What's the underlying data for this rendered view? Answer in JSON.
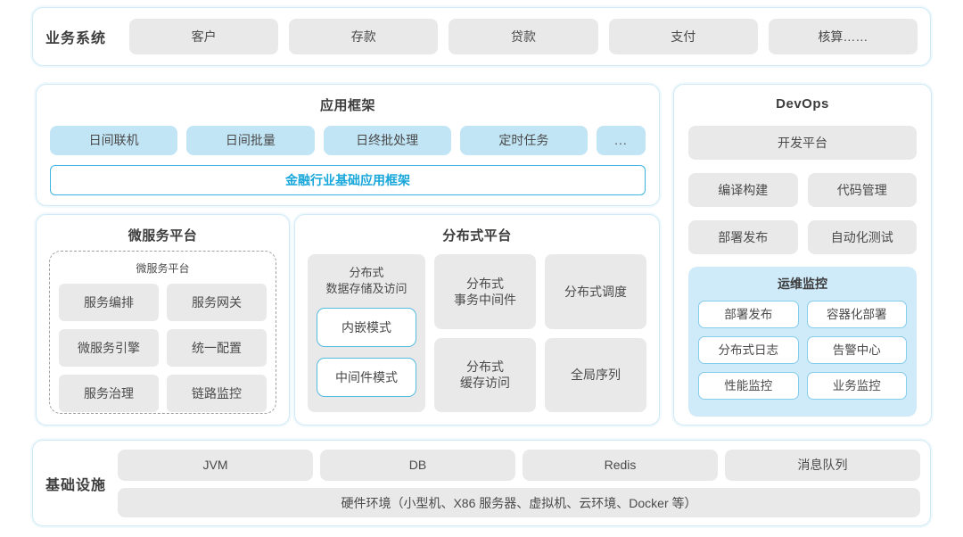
{
  "business_systems": {
    "label": "业务系统",
    "items": [
      "客户",
      "存款",
      "贷款",
      "支付",
      "核算……"
    ]
  },
  "app_framework": {
    "title": "应用框架",
    "modules": [
      "日间联机",
      "日间批量",
      "日终批处理",
      "定时任务",
      "..."
    ],
    "base_frame": "金融行业基础应用框架"
  },
  "microservice_platform": {
    "title": "微服务平台",
    "inner_title": "微服务平台",
    "items": [
      "服务编排",
      "服务网关",
      "微服务引擎",
      "统一配置",
      "服务治理",
      "链路监控"
    ]
  },
  "distributed_platform": {
    "title": "分布式平台",
    "storage": {
      "title": "分布式\n数据存储及访问",
      "modes": [
        "内嵌模式",
        "中间件模式"
      ]
    },
    "col2": [
      "分布式\n事务中间件",
      "分布式\n缓存访问"
    ],
    "col3": [
      "分布式调度",
      "全局序列"
    ]
  },
  "devops": {
    "title": "DevOps",
    "platform": "开发平台",
    "tools": [
      "编译构建",
      "代码管理",
      "部署发布",
      "自动化测试"
    ],
    "monitoring": {
      "title": "运维监控",
      "items": [
        "部署发布",
        "容器化部署",
        "分布式日志",
        "告警中心",
        "性能监控",
        "业务监控"
      ]
    }
  },
  "infrastructure": {
    "label": "基础设施",
    "items": [
      "JVM",
      "DB",
      "Redis",
      "消息队列"
    ],
    "hardware": "硬件环境（小型机、X86 服务器、虚拟机、云环境、Docker 等）"
  },
  "colors": {
    "accent_blue_text": "#18a7da",
    "accent_blue_border": "#3eb5e2",
    "light_blue_fill": "#c2e5f6",
    "monitor_panel_fill": "#cfeaf9",
    "gray_fill": "#e9e9e9",
    "section_border": "#cfeaf6"
  }
}
